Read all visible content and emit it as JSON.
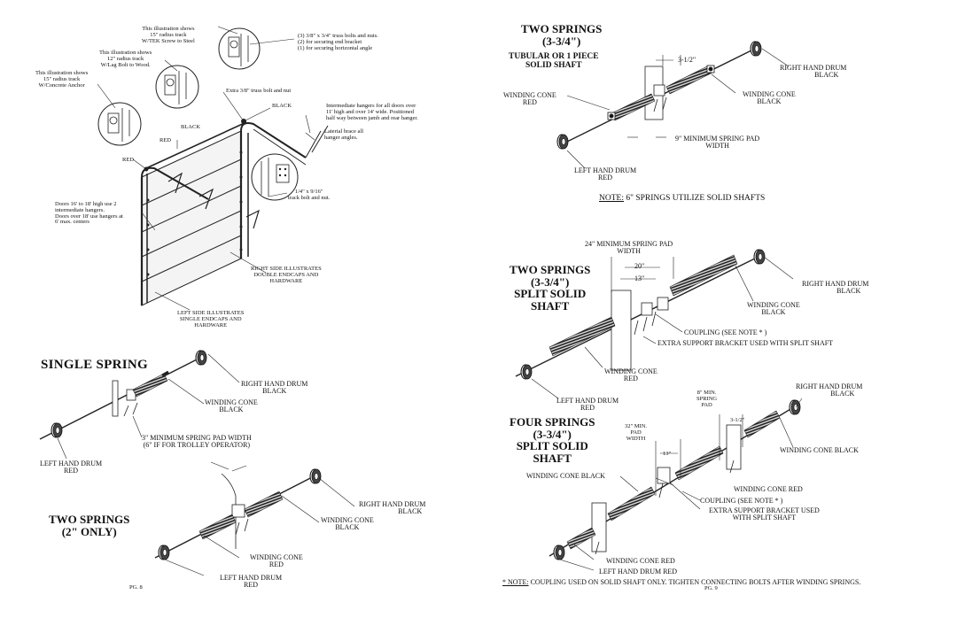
{
  "left_page": {
    "door_notes": {
      "radius_15_screw": [
        "This illustration shows",
        "15\" radius track",
        "W/TEK Screw to Steel"
      ],
      "radius_12_lag": [
        "This illustration shows",
        "12\" radius track",
        "W/Lag Bolt to Wood."
      ],
      "radius_15_anchor": [
        "This illustration shows",
        "15\" radius track",
        "W/Concrete Anchor"
      ],
      "truss_bolts": [
        "(3) 3/8\" x 3/4\" truss bolts and nuts.",
        "(2) for securing end bracket",
        "(1) for securing horizontal angle"
      ],
      "extra_bolt": "Extra 3/8\" truss bolt and nut",
      "black_top": "BLACK",
      "black_left": "BLACK",
      "red_mid": "RED",
      "red_left": "RED",
      "intermediate_hangers": [
        "Intermediate hangers for all doors over",
        "11' high and over 14' wide. Positioned",
        "half way between jamb and rear hanger."
      ],
      "lateral_brace": [
        "Laterial brace all",
        "hanger angles."
      ],
      "track_bolt": [
        "1/4\" x 9/16\"",
        "track bolt and nut."
      ],
      "doors_16_18": [
        "Doors 16' to 18' high use 2",
        "intermediate hangers.",
        "Doors over 18' use hangers at",
        "6' max. centers"
      ],
      "right_side": [
        "RIGHT SIDE ILLUSTRATES",
        "DOUBLE ENDCAPS AND",
        "HARDWARE"
      ],
      "left_side": [
        "LEFT SIDE ILLUSTRATES",
        "SINGLE ENDCAPS AND",
        "HARDWARE"
      ]
    },
    "single_spring": {
      "title": "SINGLE SPRING",
      "right_drum": [
        "RIGHT HAND DRUM",
        "BLACK"
      ],
      "winding_cone": [
        "WINDING CONE",
        "BLACK"
      ],
      "pad_width": [
        "3\" MINIMUM SPRING PAD WIDTH",
        "(6\" IF FOR TROLLEY OPERATOR)"
      ],
      "left_drum": [
        "LEFT HAND DRUM",
        "RED"
      ]
    },
    "two_springs_2": {
      "title": [
        "TWO SPRINGS",
        "(2\" ONLY)"
      ],
      "right_drum": [
        "RIGHT HAND DRUM",
        "BLACK"
      ],
      "winding_cone_black": [
        "WINDING CONE",
        "BLACK"
      ],
      "winding_cone_red": [
        "WINDING CONE",
        "RED"
      ],
      "left_drum": [
        "LEFT HAND DRUM",
        "RED"
      ]
    },
    "page_number": "PG. 8"
  },
  "right_page": {
    "two_springs_solid": {
      "title": [
        "TWO SPRINGS",
        "(3-3/4\")"
      ],
      "subtitle": [
        "TUBULAR OR 1 PIECE",
        "SOLID SHAFT"
      ],
      "dim": "3-1/2\"",
      "right_drum": [
        "RIGHT HAND DRUM",
        "BLACK"
      ],
      "winding_cone_red": [
        "WINDING CONE",
        "RED"
      ],
      "winding_cone_black": [
        "WINDING CONE",
        "BLACK"
      ],
      "pad_width": [
        "9\" MINIMUM SPRING PAD",
        "WIDTH"
      ],
      "left_drum": [
        "LEFT HAND DRUM",
        "RED"
      ],
      "note_label": "NOTE:",
      "note_text": " 6\" SPRINGS UTILIZE SOLID SHAFTS"
    },
    "two_springs_split": {
      "pad_width": [
        "24\" MINIMUM SPRING PAD",
        "WIDTH"
      ],
      "dim_20": "20\"",
      "dim_13": "13\"",
      "title": [
        "TWO SPRINGS",
        "(3-3/4\")",
        "SPLIT SOLID",
        "SHAFT"
      ],
      "right_drum": [
        "RIGHT HAND DRUM",
        "BLACK"
      ],
      "winding_cone_black": [
        "WINDING CONE",
        "BLACK"
      ],
      "coupling": "COUPLING  (SEE NOTE * )",
      "extra_bracket": "EXTRA SUPPORT BRACKET USED WITH SPLIT SHAFT",
      "winding_cone_red": [
        "WINDING CONE",
        "RED"
      ],
      "left_drum": [
        "LEFT HAND DRUM",
        "RED"
      ]
    },
    "four_springs_split": {
      "right_drum": [
        "RIGHT HAND DRUM",
        "BLACK"
      ],
      "pad_8": [
        "8\" MIN.",
        "SPRING",
        "PAD"
      ],
      "dim_3_5": "3-1/2\"",
      "pad_32": [
        "32\" MIN.",
        "PAD",
        "WIDTH"
      ],
      "dim_13": "13\"",
      "title": [
        "FOUR SPRINGS",
        "(3-3/4\")",
        "SPLIT SOLID",
        "SHAFT"
      ],
      "winding_cone_black_right": "WINDING CONE BLACK",
      "winding_cone_black_left": "WINDING CONE BLACK",
      "winding_cone_red_upper": "WINDING CONE RED",
      "coupling": "COUPLING  (SEE NOTE * )",
      "extra_bracket": [
        "EXTRA SUPPORT BRACKET USED",
        "WITH SPLIT SHAFT"
      ],
      "winding_cone_red_lower": "WINDING CONE RED",
      "left_drum": "LEFT HAND DRUM RED"
    },
    "footnote_label": "* NOTE:",
    "footnote_text": " COUPLING USED ON SOLID SHAFT ONLY. TIGHTEN CONNECTING BOLTS AFTER WINDING SPRINGS.",
    "page_number": "PG. 9"
  }
}
